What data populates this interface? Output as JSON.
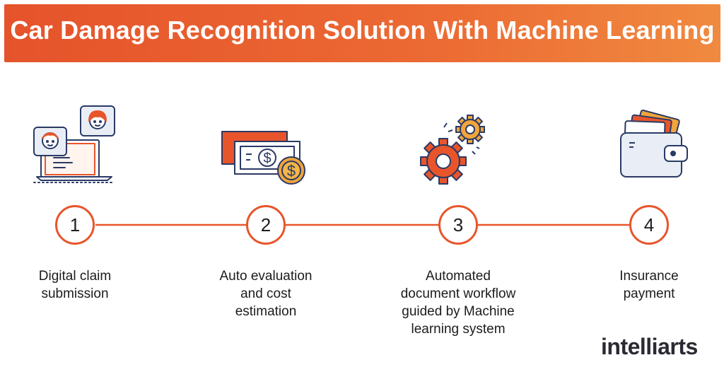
{
  "title": "Car Damage Recognition Solution With Machine Learning",
  "steps": [
    {
      "number": "1",
      "label_lines": [
        "Digital claim",
        "submission"
      ]
    },
    {
      "number": "2",
      "label_lines": [
        "Auto evaluation",
        "and cost",
        "estimation"
      ]
    },
    {
      "number": "3",
      "label_lines": [
        "Automated",
        "document workflow",
        "guided by Machine",
        "learning system"
      ]
    },
    {
      "number": "4",
      "label_lines": [
        "Insurance",
        "payment"
      ]
    }
  ],
  "logo": {
    "text": "intelliarts"
  },
  "colors": {
    "accent": "#e8552b",
    "banner_start": "#e5532b",
    "banner_end": "#f08a40",
    "outline": "#2a3a66",
    "text": "#1c1c1c"
  },
  "icons": [
    "laptop-with-avatars-icon",
    "money-dollar-coin-icon",
    "gears-icon",
    "wallet-cards-icon"
  ]
}
